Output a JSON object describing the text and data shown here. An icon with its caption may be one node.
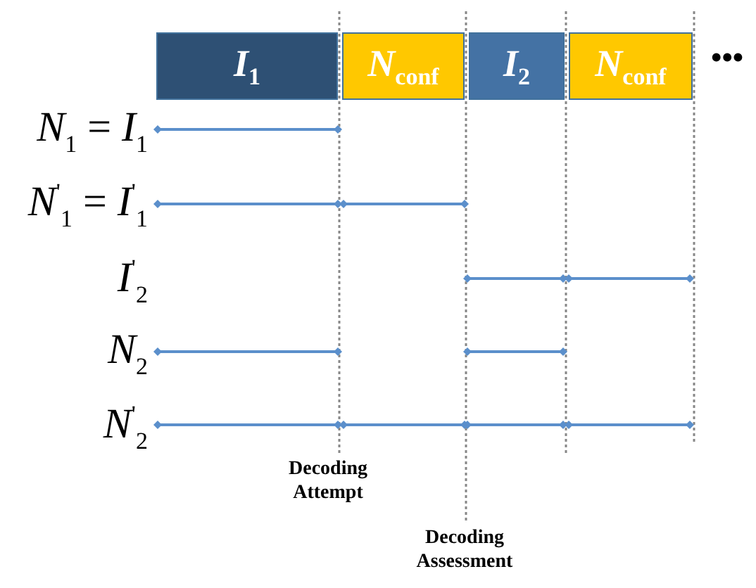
{
  "diagram": {
    "nodes": [
      {
        "text": [
          "*I*$_{1}$"
        ]
      },
      {
        "text": [
          "*N*$_{conf}$"
        ]
      },
      {
        "text": [
          "*I*$_{2}$"
        ]
      },
      {
        "text": [
          "*N*$_{conf}$"
        ]
      }
    ],
    "labels": [
      "•••",
      "*N*$_{1}$ = *I*$_{1}$",
      "*N*$^{'}$$_{1}$ = *I*$^{'}$$_{1}$",
      "*I*$^{'}$$_{2}$",
      "*N*$_{2}$",
      "*N*$^{'}$$_{2}$",
      "Decoding Attempt",
      "Decoding Assessment"
    ]
  }
}
